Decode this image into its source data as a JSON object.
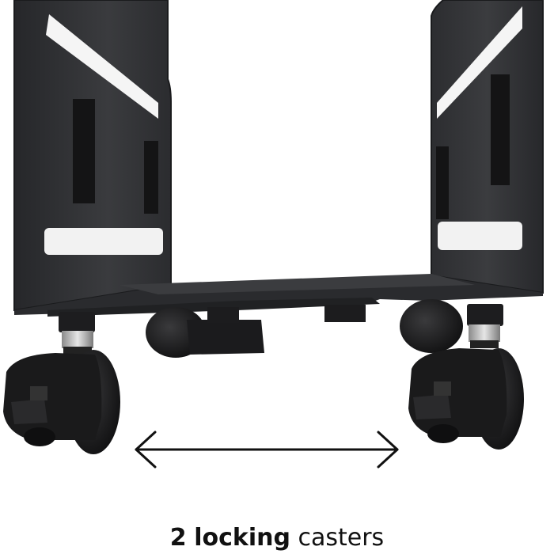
{
  "caption": {
    "number": "2",
    "bold_word": "locking",
    "rest": "casters"
  },
  "colors": {
    "metal": "#2f3032",
    "metal_dark": "#1b1c1e",
    "rubber": "#151516",
    "arrow": "#111111",
    "background": "#ffffff"
  }
}
